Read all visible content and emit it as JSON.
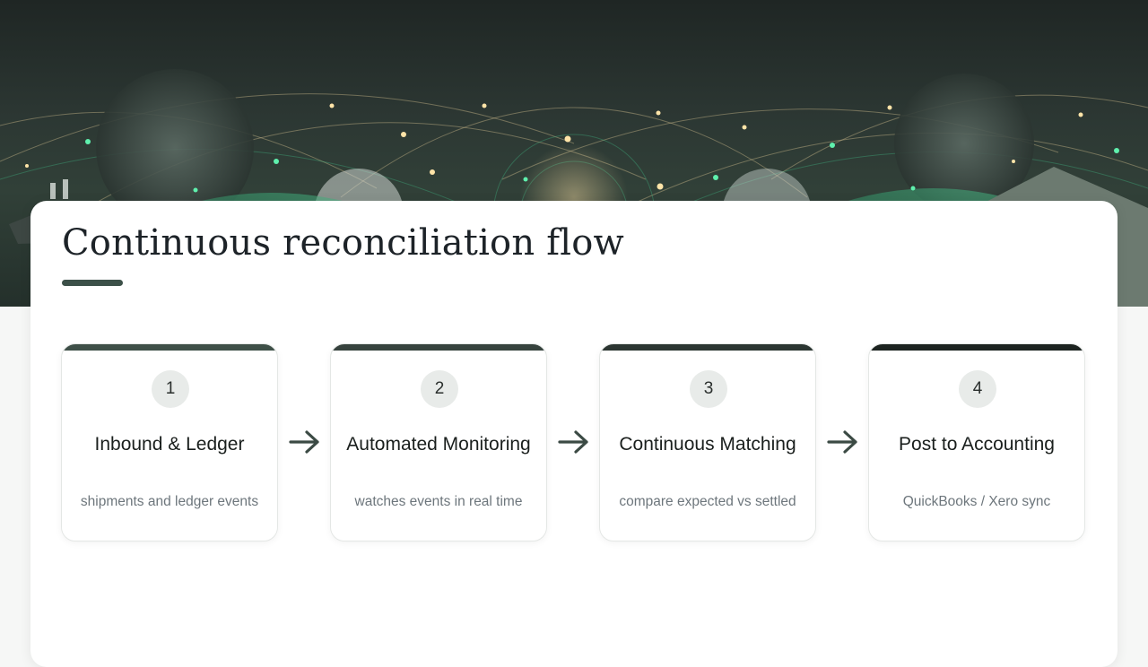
{
  "page": {
    "title": "Continuous reconciliation flow"
  },
  "colors": {
    "accent": "#3c5048",
    "card_bar_1": "#3e4f47",
    "card_bar_2": "#36423d",
    "card_bar_3": "#2b3531",
    "card_bar_4": "#1c2320"
  },
  "steps": [
    {
      "number": "1",
      "title": "Inbound & Ledger",
      "description": "shipments and ledger events"
    },
    {
      "number": "2",
      "title": "Automated Monitoring",
      "description": "watches events in real time"
    },
    {
      "number": "3",
      "title": "Continuous Matching",
      "description": "compare expected vs settled"
    },
    {
      "number": "4",
      "title": "Post to Accounting",
      "description": "QuickBooks / Xero sync"
    }
  ],
  "icons": {
    "step_connector": "arrow-right-icon"
  }
}
